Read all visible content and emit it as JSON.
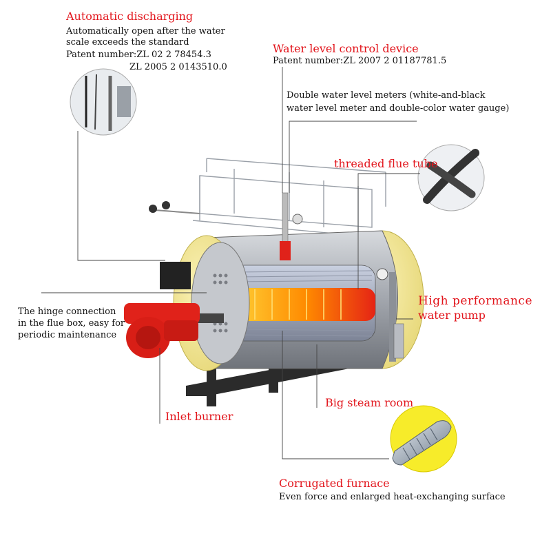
{
  "labels": {
    "auto_discharging": {
      "title": "Automatic discharging",
      "desc_line1": "Automatically open after the water",
      "desc_line2": "scale exceeds the standard",
      "patent_line1": "Patent number:ZL 02 2 78454.3",
      "patent_line2": "ZL 2005 2 0143510.0"
    },
    "water_level_control": {
      "title": "Water level control device",
      "patent": "Patent number:ZL 2007 2 01187781.5"
    },
    "double_meters": {
      "line1": "Double water level meters (white-and-black",
      "line2": "water level meter and double-color water gauge)"
    },
    "threaded_flue": {
      "title": "threaded flue tube"
    },
    "high_perf": {
      "line1": "High performance",
      "line2": "water pump"
    },
    "hinge": {
      "line1": "The hinge connection",
      "line2": "in the flue box, easy for",
      "line3": "periodic maintenance"
    },
    "big_steam": {
      "title": "Big steam room"
    },
    "inlet_burner": {
      "title": "Inlet burner"
    },
    "corrugated": {
      "title": "Corrugated furnace",
      "desc": "Even force and enlarged heat-exchanging surface"
    }
  },
  "colors": {
    "accent_red": "#e2141b",
    "boiler_shell": "#a9adb4",
    "insulation_yellow": "#f4e79a",
    "flame_orange": "#f6a11c",
    "burner_red": "#e0221a",
    "frame_dark": "#2b2b2b"
  },
  "icons": [
    "drain-valve-inset",
    "threaded-tube-inset",
    "corrugated-furnace-inset"
  ]
}
